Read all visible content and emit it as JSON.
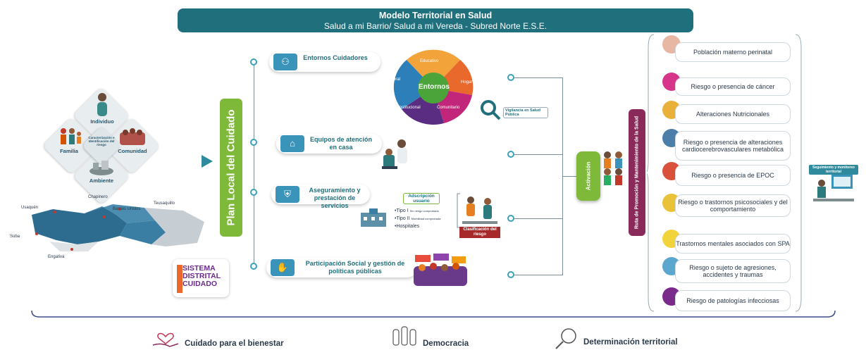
{
  "header": {
    "title": "Modelo Territorial en Salud",
    "subtitle": "Salud a mi Barrio/ Salud a mi Vereda - Subred Norte E.S.E."
  },
  "diamonds": {
    "center": "Caracterización e Identificación del riesgo",
    "individuo": "Individuo",
    "familia": "Familia",
    "comunidad": "Comunidad",
    "ambiente": "Ambiente"
  },
  "map": {
    "chapinero": "Chapinero",
    "barrios_unidos": "Barrios Unidos",
    "usaquen": "Usaquén",
    "teusaquillo": "Teusaquillo",
    "suba": "Suba",
    "engativa": "Engativá"
  },
  "logo": {
    "l1": "SISTEMA",
    "l2": "DISTRITAL",
    "l3": "CUIDADO"
  },
  "plan": "Plan Local del Cuidado",
  "entries": {
    "e1": "Entornos Cuidadores",
    "e2": "Equipos de atención en casa",
    "e3": "Aseguramiento y prestación de servicios",
    "e4": "Participación Social y gestión de políticas públicas"
  },
  "wheel": {
    "center": "Entornos",
    "educativo": "Educativo",
    "hogar": "Hogar",
    "comunitario": "Comunitario",
    "institucional": "Institucional",
    "laboral": "Laboral"
  },
  "vigilancia": "Vigilancia en Salud Pública",
  "adscripcion": "Adscripción usuario",
  "tipos": {
    "t1": "Tipo I",
    "t1d": "Sin riesgo comprobado",
    "t2": "Tipo II",
    "t2d": "Morbilidad comprobada",
    "hosp": "Hospitales"
  },
  "clasificacion": "Clasificación del riesgo",
  "activacion": "Activación",
  "ruta": "Ruta de Promoción y Mantenimiento de la Salud",
  "risks": [
    "Población materno perinatal",
    "Riesgo o presencia de cáncer",
    "Alteraciones Nutricionales",
    "Riesgo o presencia de alteraciones cardiocerebrovasculares metabólica",
    "Riesgo o presencia de EPOC",
    "Riesgo o trastornos psicosociales y del comportamiento",
    "Trastornos mentales asociados con SPA",
    "Riesgo o sujeto de agresiones, accidentes y traumas",
    "Riesgo de patologías infecciosas"
  ],
  "seguimiento": "Seguimiento y monitoreo territorial",
  "footer": {
    "f1": "Cuidado para el bienestar",
    "f2": "Democracia",
    "f3": "Determinación territorial"
  },
  "colors": {
    "teal": "#1f6f7c",
    "green": "#7eb93a",
    "purple": "#8a2a5a",
    "blue": "#3a93b9"
  }
}
